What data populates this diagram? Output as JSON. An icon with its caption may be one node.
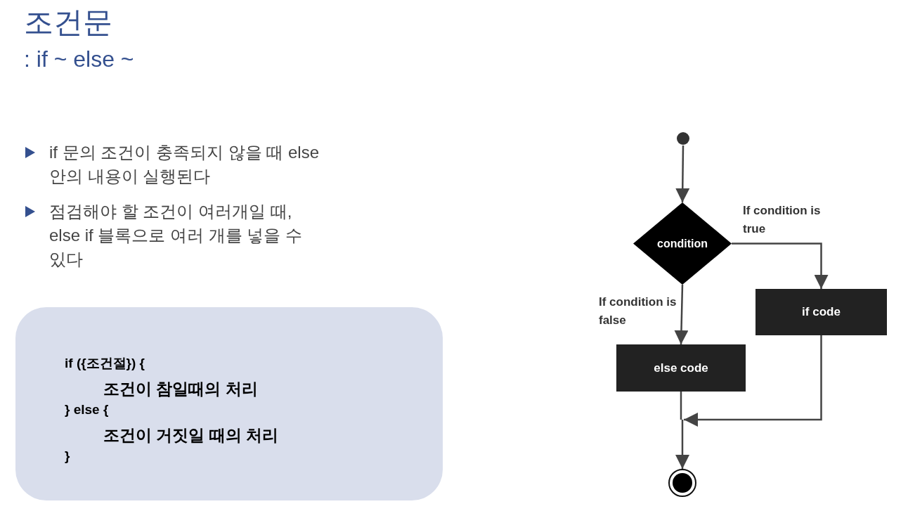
{
  "diagram": {
    "title": "조건문",
    "nodes": [
      {
        "text": [],
        "shape": "circle"
      },
      {
        "text": [
          "condition"
        ]
      },
      {
        "text": [
          "if code"
        ]
      },
      {
        "text": [
          "else code"
        ]
      },
      {
        "text": [],
        "shape": "circle"
      },
      {
        "text": [
          "if ({조건절}) {",
          "조건이 참일때의 처리",
          "} else {",
          "조건이 거짓일 때의 처리",
          "}"
        ]
      }
    ],
    "edges": [
      {
        "from": 0,
        "to": 1,
        "arrow": "to"
      },
      {
        "from": 1,
        "to": 2,
        "arrow": "to",
        "label": "If condition is true"
      },
      {
        "from": 1,
        "to": 3,
        "arrow": "to",
        "label": "If condition is false"
      },
      {
        "from": 3,
        "to": 4,
        "arrow": "to"
      },
      {
        "from": 2,
        "to": 4,
        "arrow": "to"
      }
    ],
    "labels": [
      ": if ~ else ~",
      "if 문의 조건이 충족되지 않을 때 else 안의 내용이 실행된다",
      "점검해야 할 조건이 여러개일 때, else if 블록으로 여러 개를 넣을 수 있다"
    ]
  }
}
